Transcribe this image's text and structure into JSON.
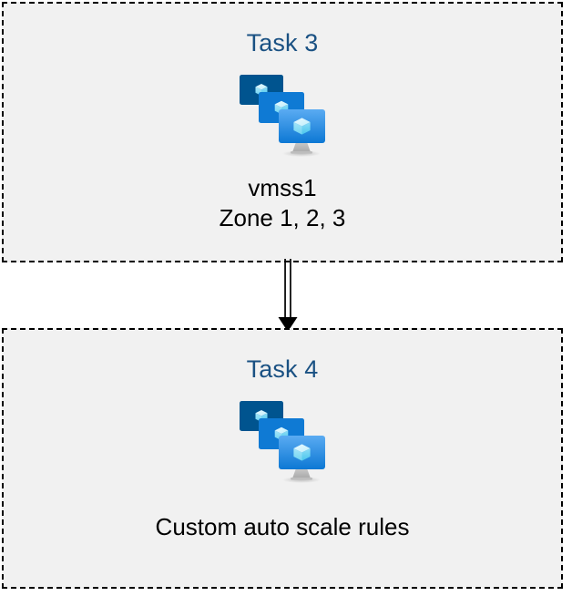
{
  "diagram": {
    "type": "flow",
    "background_color": "#ffffff",
    "panel_fill": "#f1f1f1",
    "panel_border_color": "#000000",
    "panel_border_style": "dashed",
    "title_color": "#1a5183",
    "caption_color": "#000000",
    "panels": [
      {
        "id": "task3",
        "title": "Task 3",
        "icon": "vmss-icon",
        "caption_lines": [
          "vmss1",
          "Zone 1, 2, 3"
        ]
      },
      {
        "id": "task4",
        "title": "Task 4",
        "icon": "vmss-icon",
        "caption_lines": [
          "Custom auto scale rules"
        ]
      }
    ],
    "connector": {
      "name": "double-line-arrow",
      "from": "task3",
      "to": "task4",
      "direction": "down",
      "color": "#000000"
    },
    "icon_colors": {
      "monitor_back": "#00548f",
      "monitor_middle": "#0f7ad4",
      "monitor_front_top": "#52a7f0",
      "monitor_front_bottom": "#0e7ad6",
      "cube_light": "#d6f4fd",
      "cube_mid": "#98e4f8",
      "cube_dark": "#54cdf0",
      "stand": "#b3b3b3"
    }
  }
}
